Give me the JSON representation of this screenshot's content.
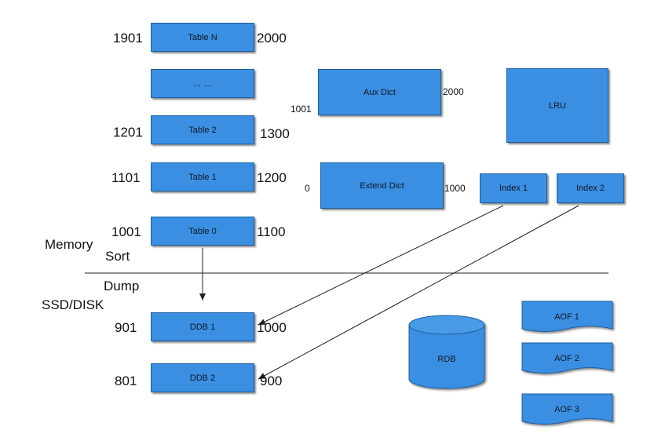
{
  "memory_tables": [
    {
      "name": "Table N",
      "range_start": "1901",
      "range_end": "2000"
    },
    {
      "name": "… …"
    },
    {
      "name": "Table 2",
      "range_start": "1201",
      "range_end": "1300"
    },
    {
      "name": "Table 1",
      "range_start": "1101",
      "range_end": "1200"
    },
    {
      "name": "Table 0",
      "range_start": "1001",
      "range_end": "1100"
    }
  ],
  "aux_dict": {
    "name": "Aux Dict",
    "range_start": "1001",
    "range_end": "2000"
  },
  "extend_dict": {
    "name": "Extend Dict",
    "range_start": "0",
    "range_end": "1000"
  },
  "lru": {
    "name": "LRU"
  },
  "indexes": [
    {
      "name": "Index 1"
    },
    {
      "name": "Index 2"
    }
  ],
  "labels": {
    "memory": "Memory",
    "sort": "Sort",
    "dump": "Dump",
    "storage": "SSD/DISK"
  },
  "disk_tables": [
    {
      "name": "DDB 1",
      "range_start": "901",
      "range_end": "1000"
    },
    {
      "name": "DDB 2",
      "range_start": "801",
      "range_end": "900"
    }
  ],
  "rdb": {
    "name": "RDB"
  },
  "aof_files": [
    {
      "name": "AOF 1"
    },
    {
      "name": "AOF 2"
    },
    {
      "name": "AOF 3"
    }
  ],
  "colors": {
    "block_fill": "#3a8fe3",
    "block_border": "#1d5e9e",
    "line": "#222222"
  }
}
